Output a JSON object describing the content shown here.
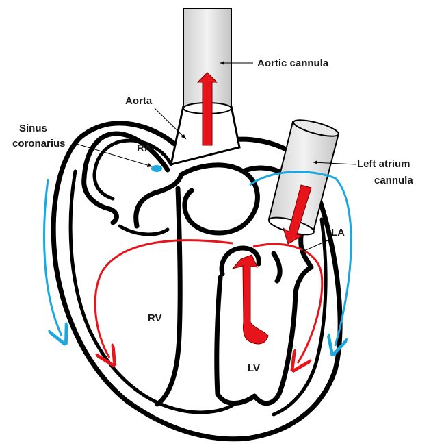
{
  "labels": {
    "aortic_cannula": "Aortic cannula",
    "aorta": "Aorta",
    "sinus_line1": "Sinus",
    "sinus_line2": "coronarius",
    "ra": "RA",
    "left_atrium_line1": "Left atrium",
    "left_atrium_line2": "cannula",
    "la": "LA",
    "rv": "RV",
    "lv": "LV"
  },
  "colors": {
    "outline": "#000000",
    "red_flow": "#e8141b",
    "blue_flow": "#1ba8e0",
    "cannula_fill": "#dcdcdc",
    "sinus_dot": "#1ba8e0"
  }
}
